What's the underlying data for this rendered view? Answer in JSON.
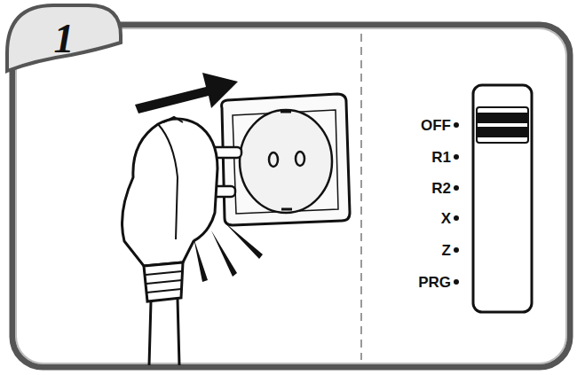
{
  "diagram": {
    "labels": [
      "1",
      "OFF",
      "R1",
      "R2",
      "X",
      "Z",
      "PRG"
    ]
  }
}
